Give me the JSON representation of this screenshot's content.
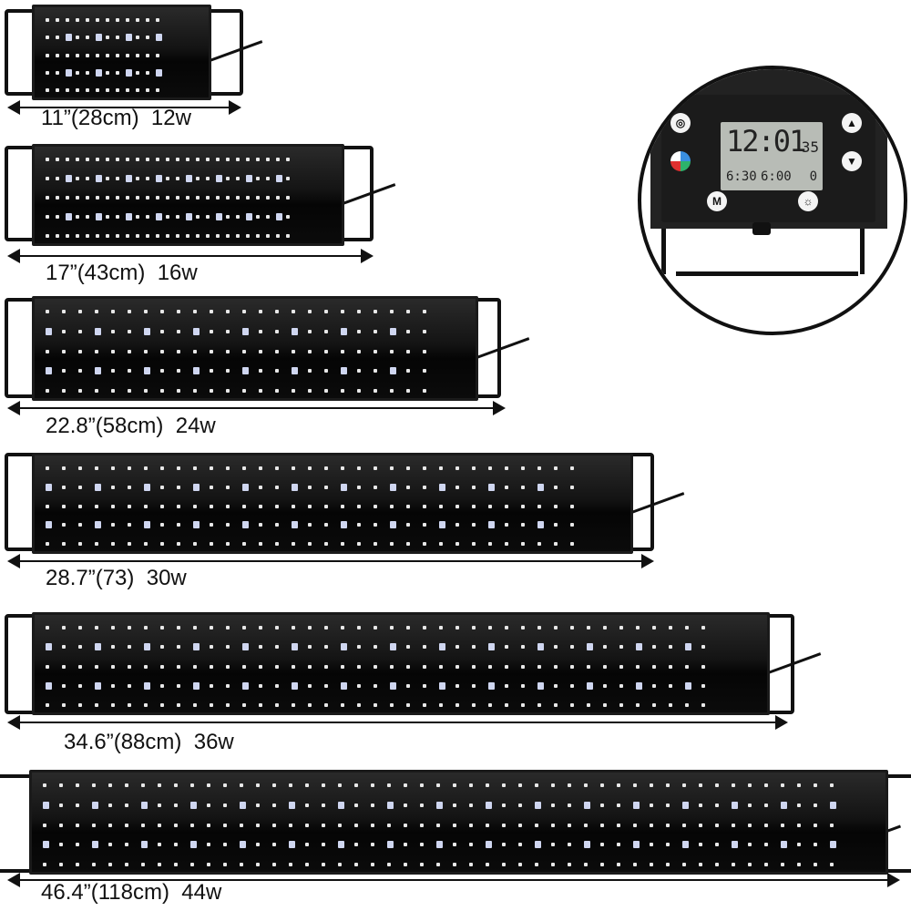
{
  "products": [
    {
      "size": "11”(28cm)",
      "power": "12w"
    },
    {
      "size": "17”(43cm)",
      "power": "16w"
    },
    {
      "size": "22.8”(58cm)",
      "power": "24w"
    },
    {
      "size": "28.7”(73)",
      "power": "30w"
    },
    {
      "size": "34.6”(88cm)",
      "power": "36w"
    },
    {
      "size": "46.4”(118cm)",
      "power": "44w"
    }
  ],
  "controller": {
    "time": "12:01",
    "seconds": "35",
    "on_time": "6:30",
    "off_time": "6:00",
    "brightness": "0",
    "buttons": {
      "power": "power-icon",
      "color": "rgb-color-icon",
      "mode": "M",
      "up": "up-arrow-icon",
      "down": "down-arrow-icon",
      "light": "bulb-icon"
    }
  }
}
